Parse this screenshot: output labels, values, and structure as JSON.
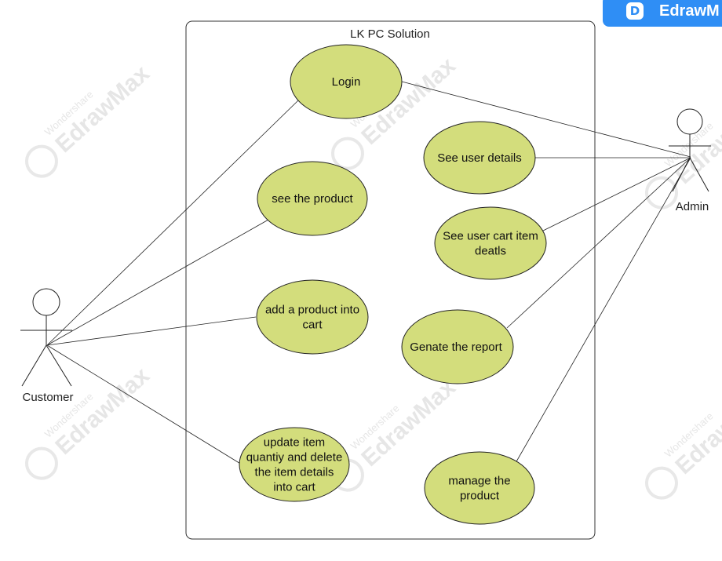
{
  "colors": {
    "usecase_fill": "#d3dd7c",
    "usecase_stroke": "#222222",
    "line": "#222222",
    "brand": "#2f8ef5"
  },
  "watermark": {
    "brand": "EdrawMax",
    "company": "Wondershare",
    "badge_text": "EdrawM"
  },
  "system": {
    "title": "LK PC Solution"
  },
  "actors": {
    "customer": {
      "label": "Customer"
    },
    "admin": {
      "label": "Admin"
    }
  },
  "use_cases": {
    "login": {
      "lines": [
        "Login"
      ]
    },
    "see_product": {
      "lines": [
        "see the product"
      ]
    },
    "add_to_cart": {
      "lines": [
        "add a product into",
        "cart"
      ]
    },
    "update_item": {
      "lines": [
        "update item",
        "quantiy and delete",
        "the item details",
        "into cart"
      ]
    },
    "see_user_details": {
      "lines": [
        "See user details"
      ]
    },
    "see_cart_details": {
      "lines": [
        "See user cart item",
        "deatls"
      ]
    },
    "generate_report": {
      "lines": [
        "Genate the report"
      ]
    },
    "manage_product": {
      "lines": [
        "manage the",
        "product"
      ]
    }
  }
}
